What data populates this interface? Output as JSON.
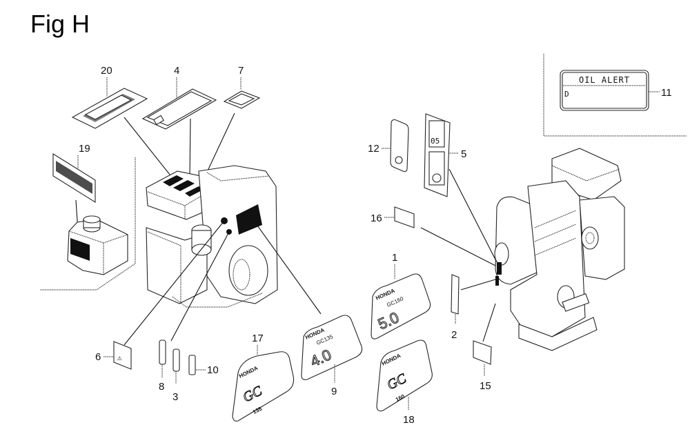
{
  "figure": {
    "title": "Fig H"
  },
  "callouts": {
    "c1": "1",
    "c2": "2",
    "c3": "3",
    "c4": "4",
    "c5": "5",
    "c6": "6",
    "c7": "7",
    "c8": "8",
    "c9": "9",
    "c10": "10",
    "c11": "11",
    "c12": "12",
    "c15": "15",
    "c16": "16",
    "c17": "17",
    "c18": "18",
    "c19": "19",
    "c20": "20"
  },
  "labels": {
    "oil_alert": "OIL ALERT",
    "oil_alert_symbol": "D",
    "brand": "HONDA",
    "gc135_model": "GC135",
    "gc135_power": "4.0",
    "gc160_model": "GC160",
    "gc160_power": "5.0",
    "gc_logo": "GC",
    "gc_suffix_17": "135",
    "gc_suffix_18": "160"
  }
}
